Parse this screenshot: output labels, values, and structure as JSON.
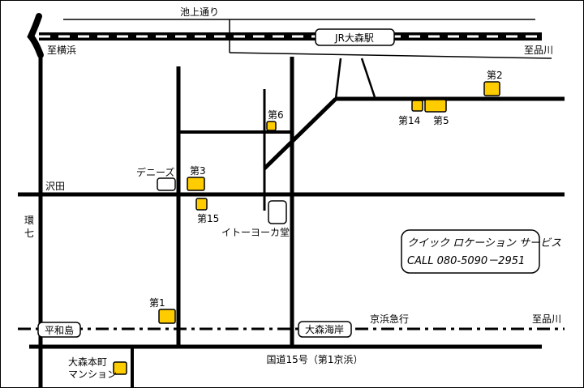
{
  "colors": {
    "lot": "#ffcc00",
    "line": "#000000",
    "background": "#ffffff"
  },
  "roads": {
    "ikegami": "池上通り",
    "sawada": "沢田",
    "kannana": "環七",
    "kokudo15": "国道15号（第1京浜）"
  },
  "rail": {
    "station": "JR大森駅",
    "to_yokohama": "至横浜",
    "to_shinagawa": "至品川"
  },
  "keikyu": {
    "name": "京浜急行",
    "to_shinagawa": "至品川",
    "station_heiwajima": "平和島",
    "station_omorikaigan": "大森海岸"
  },
  "landmarks": {
    "dennys": "デニーズ",
    "itoyokado": "イトーヨーカ堂",
    "mansion": "大森本町\nマンション"
  },
  "lots": {
    "lot1": "第1",
    "lot2": "第2",
    "lot3": "第3",
    "lot5": "第5",
    "lot6": "第6",
    "lot14": "第14",
    "lot15": "第15"
  },
  "info": {
    "company": "クイック ロケーション サービス",
    "phone": "CALL 080-5090－2951"
  }
}
